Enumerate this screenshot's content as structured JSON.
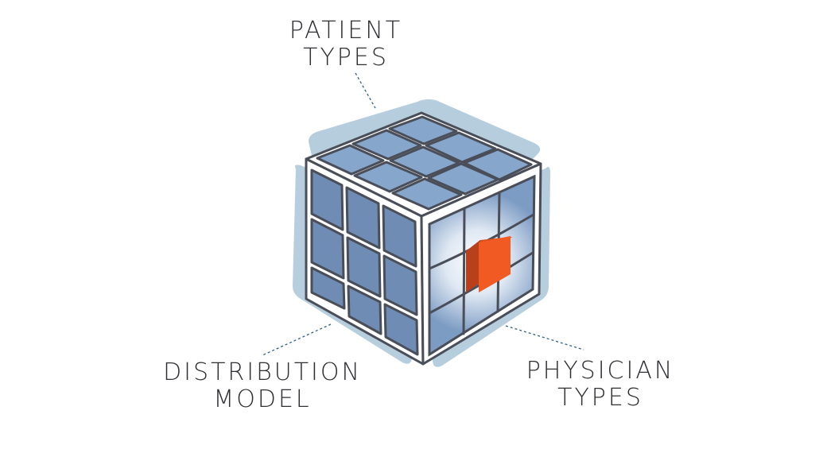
{
  "labels": {
    "patient": {
      "line1": "PATIENT",
      "line2": "TYPES"
    },
    "distribution": {
      "line1": "DISTRIBUTION",
      "line2": "MODEL"
    },
    "physician": {
      "line1": "PHYSICIAN",
      "line2": "TYPES"
    }
  },
  "colors": {
    "halo": "#a9c5d8",
    "top_cell": "#86a6cc",
    "left_cell": "#6f8db4",
    "right_cell": "#7d9cc4",
    "grid_line": "#4a4e58",
    "highlight_block": "#f15a22",
    "highlight_block_side": "#b8401a",
    "leader_line": "#2f5f8a"
  }
}
